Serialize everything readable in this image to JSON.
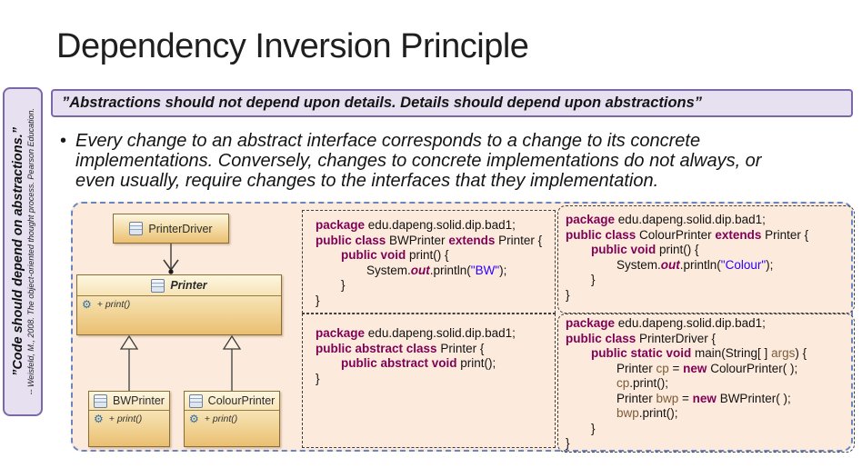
{
  "slide": {
    "title": "Dependency Inversion Principle",
    "quote": "”Abstractions should not depend upon details. Details should depend upon abstractions”",
    "bullet_char": "•",
    "bullet_lines": [
      "Every change to an abstract interface corresponds to a change to its concrete",
      "implementations. Conversely, changes to concrete implementations do not always, or",
      "even usually, require changes to the interfaces that they implementation."
    ]
  },
  "sidebar": {
    "quote": "”Code should depend on abstractions.”",
    "citation": "-- Weisfeld, M., 2008. The object-oriented thought process. Pearson Education."
  },
  "uml": {
    "printer_driver": {
      "name": "PrinterDriver"
    },
    "printer": {
      "name": "Printer",
      "method": "+ print()"
    },
    "bw_printer": {
      "name": "BWPrinter",
      "method": "+ print()"
    },
    "colour_printer": {
      "name": "ColourPrinter",
      "method": "+ print()"
    },
    "gear_glyph": "⚙"
  },
  "colors": {
    "accent_purple_border": "#7b68a8",
    "accent_purple_fill": "#e7e0f1",
    "figure_fill": "#fcebdd",
    "figure_dash_border": "#6b85c0",
    "code_keyword": "#7f0055",
    "code_string": "#2a00ff",
    "code_variable": "#7b5b36",
    "uml_box_fill_top": "#fdf6df",
    "uml_box_fill_bottom": "#eabf72"
  },
  "code_panels": {
    "top_left": [
      {
        "ind": 0,
        "seg": [
          [
            "k",
            "package"
          ],
          [
            "p",
            " edu.dapeng.solid.dip.bad1;"
          ]
        ]
      },
      {
        "ind": 0,
        "seg": [
          [
            "k",
            "public class"
          ],
          [
            "p",
            " BWPrinter "
          ],
          [
            "k",
            "extends"
          ],
          [
            "p",
            " Printer {"
          ]
        ]
      },
      {
        "ind": 1,
        "seg": [
          [
            "k",
            "public void"
          ],
          [
            "p",
            " print() {"
          ]
        ]
      },
      {
        "ind": 2,
        "seg": [
          [
            "p",
            "System."
          ],
          [
            "o",
            "out"
          ],
          [
            "p",
            ".println("
          ],
          [
            "str",
            "\"BW\""
          ],
          [
            "p",
            ");"
          ]
        ]
      },
      {
        "ind": 1,
        "seg": [
          [
            "p",
            "}"
          ]
        ]
      },
      {
        "ind": 0,
        "seg": [
          [
            "p",
            "}"
          ]
        ]
      }
    ],
    "top_right": [
      {
        "ind": 0,
        "seg": [
          [
            "k",
            "package"
          ],
          [
            "p",
            " edu.dapeng.solid.dip.bad1;"
          ]
        ]
      },
      {
        "ind": 0,
        "seg": [
          [
            "k",
            "public class"
          ],
          [
            "p",
            " ColourPrinter "
          ],
          [
            "k",
            "extends"
          ],
          [
            "p",
            " Printer {"
          ]
        ]
      },
      {
        "ind": 1,
        "seg": [
          [
            "k",
            "public void"
          ],
          [
            "p",
            " print() {"
          ]
        ]
      },
      {
        "ind": 2,
        "seg": [
          [
            "p",
            "System."
          ],
          [
            "o",
            "out"
          ],
          [
            "p",
            ".println("
          ],
          [
            "str",
            "\"Colour\""
          ],
          [
            "p",
            ");"
          ]
        ]
      },
      {
        "ind": 1,
        "seg": [
          [
            "p",
            "}"
          ]
        ]
      },
      {
        "ind": 0,
        "seg": [
          [
            "p",
            "}"
          ]
        ]
      }
    ],
    "bottom_left": [
      {
        "ind": 0,
        "seg": [
          [
            "k",
            "package"
          ],
          [
            "p",
            " edu.dapeng.solid.dip.bad1;"
          ]
        ]
      },
      {
        "ind": 0,
        "seg": [
          [
            "k",
            "public abstract class"
          ],
          [
            "p",
            " Printer {"
          ]
        ]
      },
      {
        "ind": 1,
        "seg": [
          [
            "k",
            "public abstract void"
          ],
          [
            "p",
            " print();"
          ]
        ]
      },
      {
        "ind": 0,
        "seg": [
          [
            "p",
            "}"
          ]
        ]
      }
    ],
    "bottom_right": [
      {
        "ind": 0,
        "seg": [
          [
            "k",
            "package"
          ],
          [
            "p",
            " edu.dapeng.solid.dip.bad1;"
          ]
        ]
      },
      {
        "ind": 0,
        "seg": [
          [
            "k",
            "public class"
          ],
          [
            "p",
            " PrinterDriver {"
          ]
        ]
      },
      {
        "ind": 1,
        "seg": [
          [
            "k",
            "public static void"
          ],
          [
            "p",
            " main(String[ ] "
          ],
          [
            "v",
            "args"
          ],
          [
            "p",
            ") {"
          ]
        ]
      },
      {
        "ind": 2,
        "seg": [
          [
            "p",
            "Printer "
          ],
          [
            "v",
            "cp"
          ],
          [
            "p",
            " = "
          ],
          [
            "k",
            "new"
          ],
          [
            "p",
            " ColourPrinter( );"
          ]
        ]
      },
      {
        "ind": 2,
        "seg": [
          [
            "v",
            "cp"
          ],
          [
            "p",
            ".print();"
          ]
        ]
      },
      {
        "ind": 2,
        "seg": [
          [
            "p",
            "Printer "
          ],
          [
            "v",
            "bwp"
          ],
          [
            "p",
            " = "
          ],
          [
            "k",
            "new"
          ],
          [
            "p",
            " BWPrinter( );"
          ]
        ]
      },
      {
        "ind": 2,
        "seg": [
          [
            "v",
            "bwp"
          ],
          [
            "p",
            ".print();"
          ]
        ]
      },
      {
        "ind": 1,
        "seg": [
          [
            "p",
            "}"
          ]
        ]
      },
      {
        "ind": 0,
        "seg": [
          [
            "p",
            "}"
          ]
        ]
      }
    ]
  }
}
